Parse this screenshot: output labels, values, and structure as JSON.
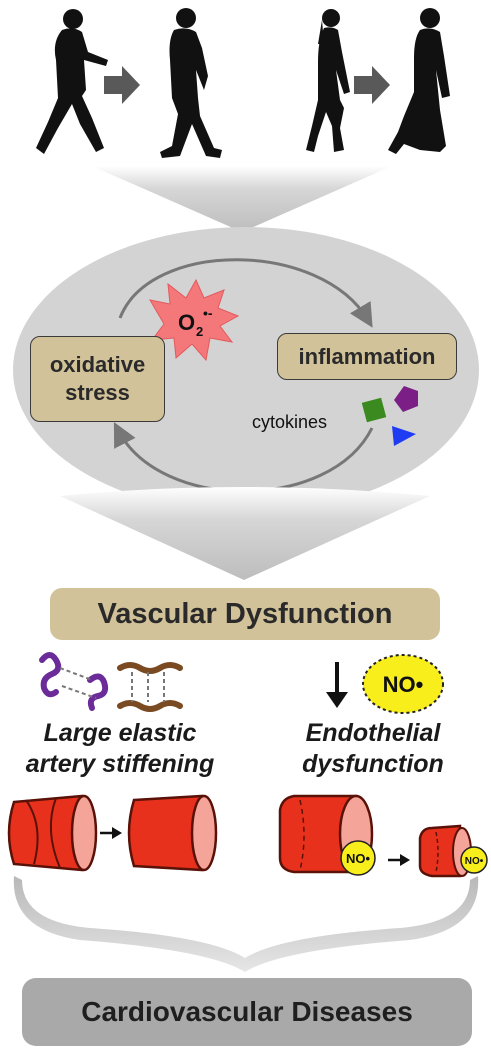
{
  "cycle": {
    "left_box": {
      "line1": "oxidative",
      "line2": "stress"
    },
    "right_box": "inflammation",
    "superoxide": {
      "base": "O",
      "sub": "2",
      "sup": "•-"
    },
    "cytokines_label": "cytokines"
  },
  "vascular_dysfunction": "Vascular Dysfunction",
  "left_branch": {
    "line1": "Large elastic",
    "line2": "artery stiffening"
  },
  "right_branch": {
    "line1": "Endothelial",
    "line2": "dysfunction",
    "no_large": "NO•",
    "no_small_1": "NO•",
    "no_small_2": "NO•"
  },
  "outcome": "Cardiovascular Diseases",
  "colors": {
    "silhouette": "#111111",
    "arrow_gray": "#595959",
    "funnel_gray": "#c7c7c7",
    "ellipse_gray": "#d3d3d3",
    "tan_box": "#d2c299",
    "burst": "#f4787a",
    "cytokine_green": "#3a8a1f",
    "cytokine_purple": "#7b1f86",
    "cytokine_blue": "#1f3cf2",
    "elastin_purple": "#6b2c9a",
    "collagen_brown": "#7a4a22",
    "artery_red": "#e8311c",
    "artery_lumen": "#f5a49a",
    "no_yellow": "#f8ee1c",
    "outcome_box": "#a9a9a9"
  }
}
